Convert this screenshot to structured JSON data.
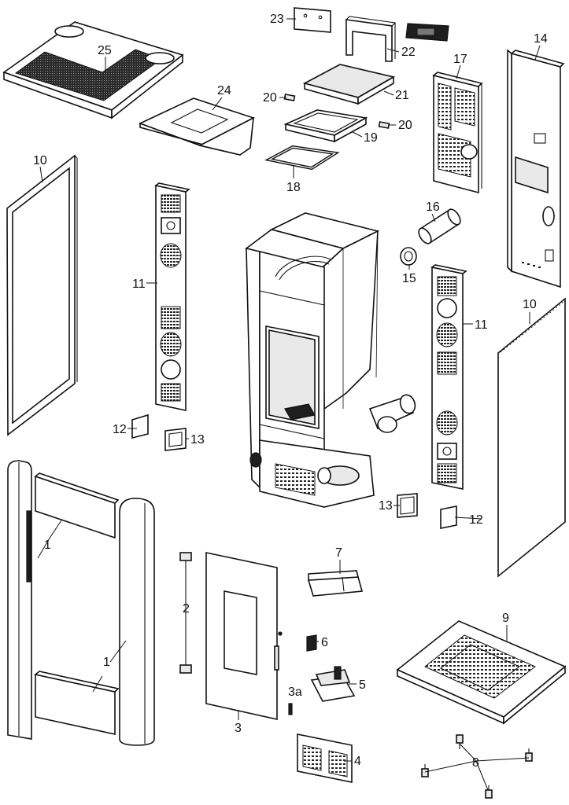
{
  "diagram": {
    "parts": [
      {
        "id": "p25",
        "label": "25"
      },
      {
        "id": "p24",
        "label": "24"
      },
      {
        "id": "p23",
        "label": "23"
      },
      {
        "id": "p22",
        "label": "22"
      },
      {
        "id": "p21",
        "label": "21"
      },
      {
        "id": "p20a",
        "label": "20"
      },
      {
        "id": "p20b",
        "label": "20"
      },
      {
        "id": "p19",
        "label": "19"
      },
      {
        "id": "p18",
        "label": "18"
      },
      {
        "id": "p17",
        "label": "17"
      },
      {
        "id": "p16",
        "label": "16"
      },
      {
        "id": "p15",
        "label": "15"
      },
      {
        "id": "p14",
        "label": "14"
      },
      {
        "id": "p10a",
        "label": "10"
      },
      {
        "id": "p10b",
        "label": "10"
      },
      {
        "id": "p11a",
        "label": "11"
      },
      {
        "id": "p11b",
        "label": "11"
      },
      {
        "id": "p12a",
        "label": "12"
      },
      {
        "id": "p12b",
        "label": "12"
      },
      {
        "id": "p13a",
        "label": "13"
      },
      {
        "id": "p13b",
        "label": "13"
      },
      {
        "id": "p1a",
        "label": "1"
      },
      {
        "id": "p1b",
        "label": "1"
      },
      {
        "id": "p2",
        "label": "2"
      },
      {
        "id": "p3",
        "label": "3"
      },
      {
        "id": "p3a",
        "label": "3a"
      },
      {
        "id": "p4",
        "label": "4"
      },
      {
        "id": "p5",
        "label": "5"
      },
      {
        "id": "p6",
        "label": "6"
      },
      {
        "id": "p7",
        "label": "7"
      },
      {
        "id": "p8",
        "label": "8"
      },
      {
        "id": "p9",
        "label": "9"
      }
    ]
  }
}
